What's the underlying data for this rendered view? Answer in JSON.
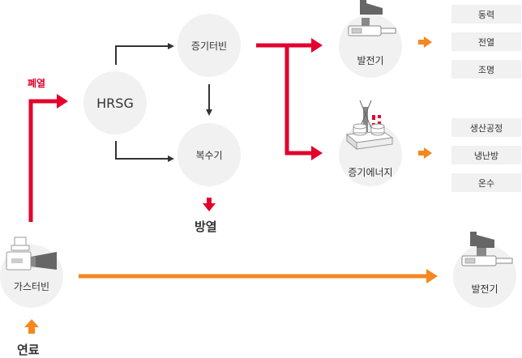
{
  "nodes": {
    "gas_turbine": "가스터빈",
    "hrsg": "HRSG",
    "steam_turbine": "증기터빈",
    "condenser": "복수기",
    "generator_top": "발전기",
    "steam_energy": "증기에너지",
    "generator_bottom": "발전기"
  },
  "labels": {
    "waste_heat": "폐열",
    "heat_dissipation": "방열",
    "fuel": "연료"
  },
  "outputs": {
    "generator": [
      "동력",
      "전열",
      "조명"
    ],
    "steam": [
      "생산공정",
      "냉난방",
      "온수"
    ]
  },
  "colors": {
    "red": "#e3002d",
    "orange": "#f5871f",
    "dark": "#333333",
    "node_bg": "#f1f1f1"
  }
}
